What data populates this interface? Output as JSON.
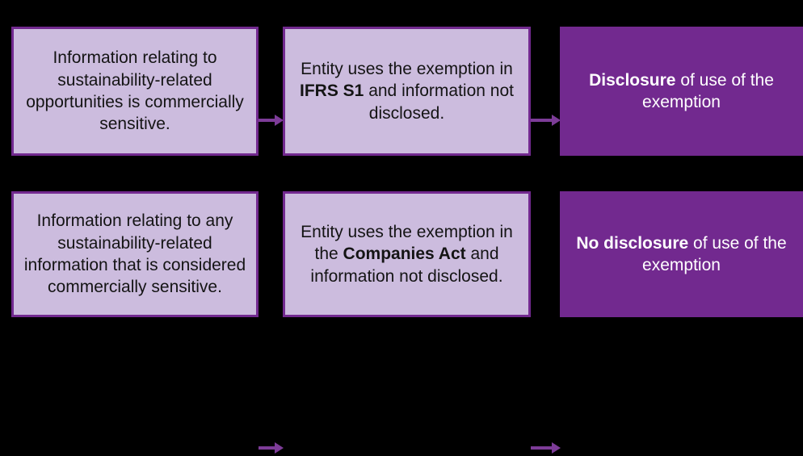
{
  "diagram": {
    "background_color": "#000000",
    "light_box_fill": "#CCBCDE",
    "box_border_color": "#72298F",
    "solid_box_fill": "#72298F",
    "solid_box_text_color": "#FFFFFF",
    "arrow_color": "#7D3C98",
    "rows": [
      {
        "id": "top",
        "condition": {
          "text_plain": "Information relating to sustainability-related opportunities is commercially sensitive.",
          "segments": [
            {
              "text": "Information relating to sustainability-related opportunities is commercially sensitive.",
              "bold": false
            }
          ]
        },
        "action": {
          "text_plain": "Entity uses the exemption in IFRS S1 and information not disclosed.",
          "segments": [
            {
              "text": "Entity uses the exemption in ",
              "bold": false
            },
            {
              "text": "IFRS S1",
              "bold": true
            },
            {
              "text": " and information not disclosed.",
              "bold": false
            }
          ]
        },
        "outcome": {
          "text_plain": "Disclosure of use of the exemption",
          "segments": [
            {
              "text": "Disclosure",
              "bold": true
            },
            {
              "text": " of use of the exemption",
              "bold": false
            }
          ]
        }
      },
      {
        "id": "bottom",
        "condition": {
          "text_plain": "Information relating to any sustainability-related information that is considered commercially sensitive.",
          "segments": [
            {
              "text": "Information relating to any sustainability-related information that is considered commercially sensitive.",
              "bold": false
            }
          ]
        },
        "action": {
          "text_plain": "Entity uses the exemption in the Companies Act and information not disclosed.",
          "segments": [
            {
              "text": "Entity uses the exemption in the ",
              "bold": false
            },
            {
              "text": "Companies Act",
              "bold": true
            },
            {
              "text": " and information not disclosed.",
              "bold": false
            }
          ]
        },
        "outcome": {
          "text_plain": "No disclosure of use of the exemption",
          "segments": [
            {
              "text": "No disclosure",
              "bold": true
            },
            {
              "text": " of use of the exemption",
              "bold": false
            }
          ]
        }
      }
    ],
    "arrows": [
      {
        "id": "top-1",
        "icon": "arrow-right-icon"
      },
      {
        "id": "top-2",
        "icon": "arrow-right-icon"
      },
      {
        "id": "bottom-1",
        "icon": "arrow-right-icon"
      },
      {
        "id": "bottom-2",
        "icon": "arrow-right-icon"
      }
    ]
  }
}
